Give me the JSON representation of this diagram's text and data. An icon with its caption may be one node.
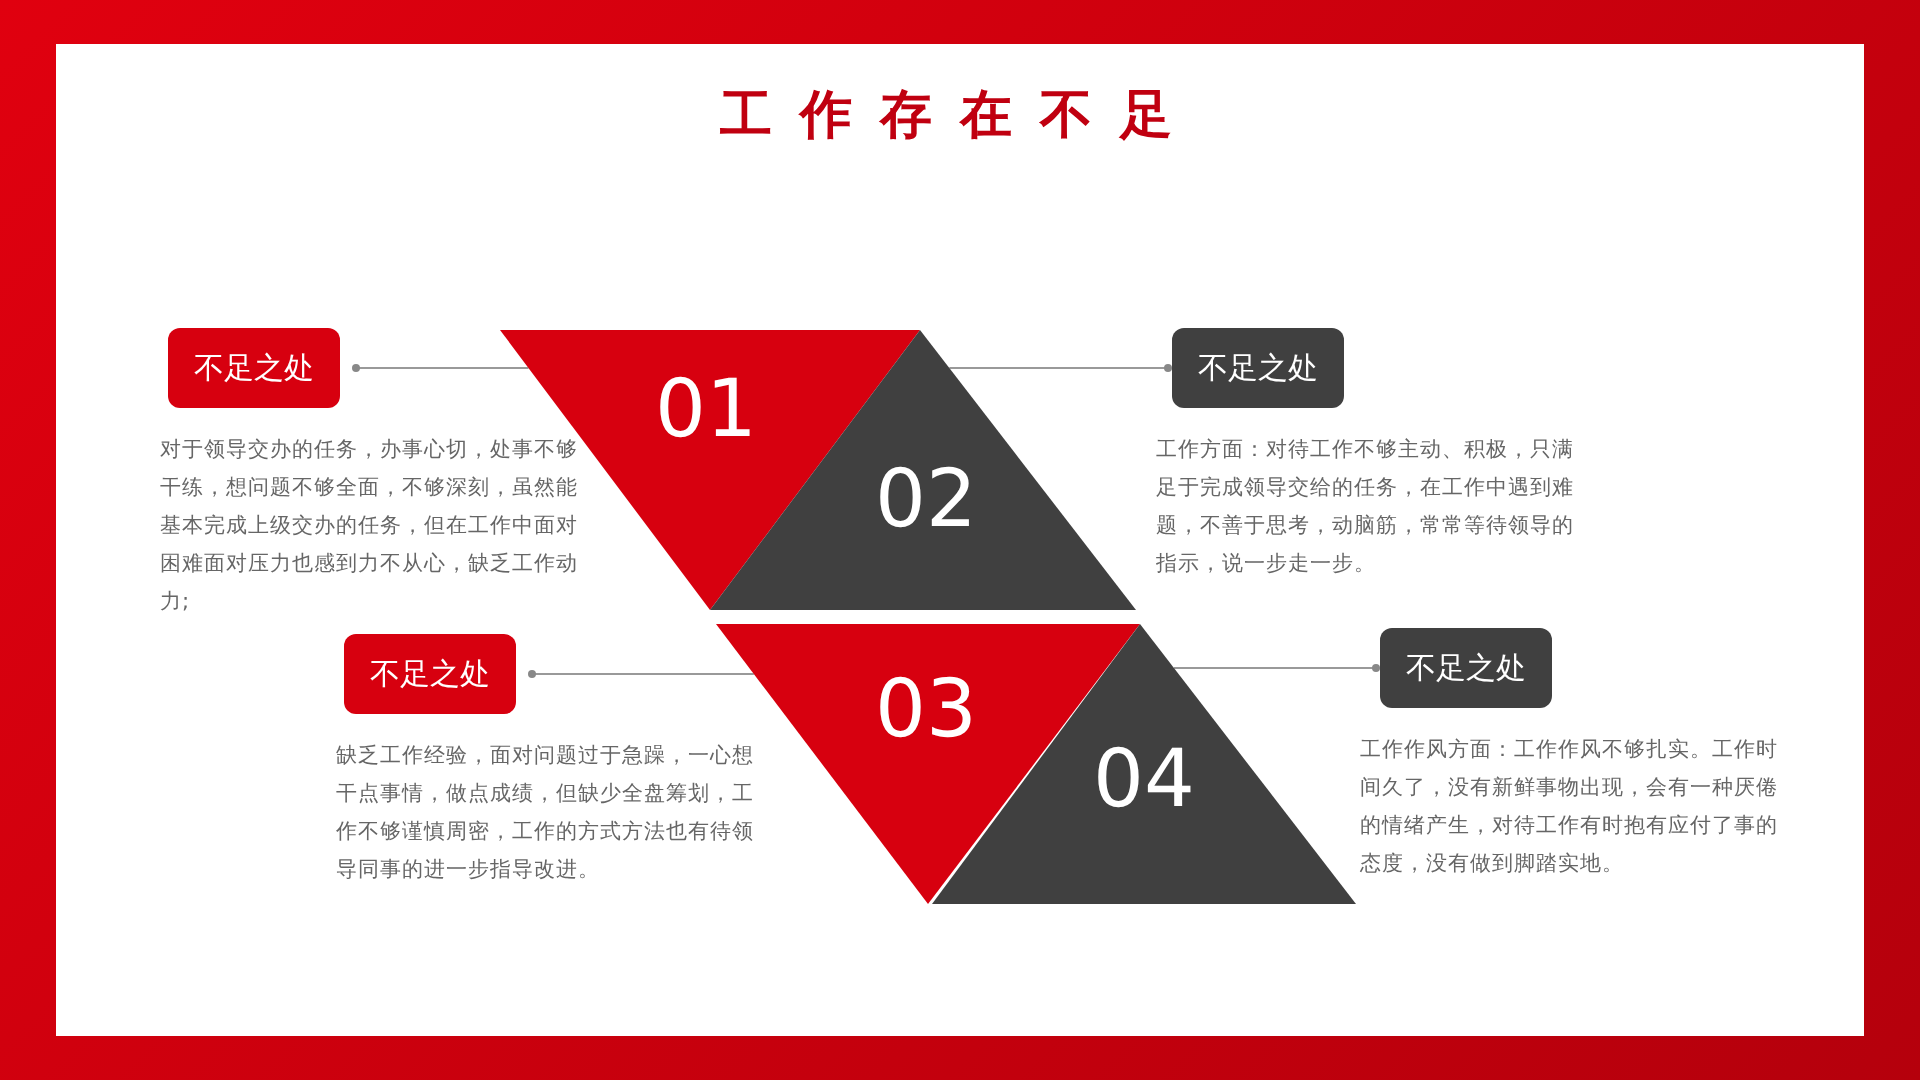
{
  "diagram": {
    "title": "工作存在不足",
    "nodes": [
      {
        "text": [
          "01"
        ]
      },
      {
        "text": [
          "02"
        ]
      },
      {
        "text": [
          "03"
        ]
      },
      {
        "text": [
          "04"
        ]
      },
      {
        "text": [
          "不足之处"
        ]
      },
      {
        "text": [
          "不足之处"
        ]
      },
      {
        "text": [
          "不足之处"
        ]
      },
      {
        "text": [
          "不足之处"
        ]
      }
    ],
    "edges": [
      {
        "from": 4,
        "to": 0,
        "arrow": "other"
      },
      {
        "from": 5,
        "to": 1,
        "arrow": "other"
      },
      {
        "from": 6,
        "to": 2,
        "arrow": "other"
      },
      {
        "from": 7,
        "to": 3,
        "arrow": "other"
      }
    ],
    "labels": [
      "对于领导交办的任务，办事心切，处事不够干练，想问题不够全面，不够深刻，虽然能基本完成上级交办的任务，但在工作中面对困难面对压力也感到力不从心，缺乏工作动力;",
      "工作方面：对待工作不够主动、积极，只满足于完成领导交给的任务，在工作中遇到难题，不善于思考，动脑筋，常常等待领导的指示，说一步走一步。",
      "缺乏工作经验，面对问题过于急躁，一心想干点事情，做点成绩，但缺少全盘筹划，工作不够谨慎周密，工作的方式方法也有待领导同事的进一步指导改进。",
      "工作作风方面：工作作风不够扎实。工作时间久了，没有新鲜事物出现，会有一种厌倦的情绪产生，对待工作有时抱有应付了事的态度，没有做到脚踏实地。"
    ]
  }
}
